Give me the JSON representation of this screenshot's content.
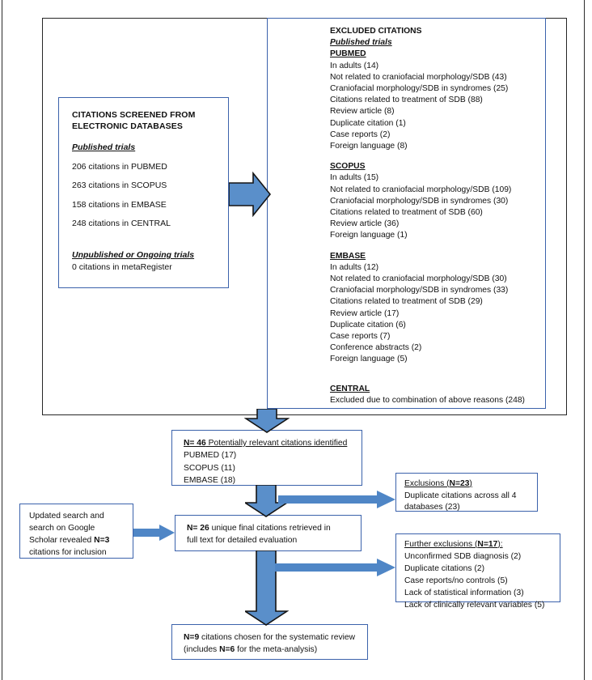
{
  "figure": {
    "type": "prisma-flow-diagram",
    "colors": {
      "box_border": "#3b62ab",
      "frame_border": "#262626",
      "arrow_fill": "#4f86c6",
      "arrow_outline": "#1b1b1b",
      "background": "#ffffff",
      "text": "#111111"
    }
  },
  "screened_box": {
    "title_line1": "CITATIONS SCREENED FROM",
    "title_line2": "ELECTRONIC DATABASES",
    "published_heading": "Published trials",
    "published_rows": [
      "206 citations in PUBMED",
      "263 citations in SCOPUS",
      "158 citations in EMBASE",
      "248 citations in CENTRAL"
    ],
    "unpublished_heading": "Unpublished or Ongoing trials",
    "unpublished_rows": [
      "0 citations in metaRegister"
    ]
  },
  "excluded_box": {
    "heading": "EXCLUDED CITATIONS",
    "subheading": "Published trials",
    "groups": [
      {
        "name": "PUBMED",
        "items": [
          "In adults (14)",
          "Not related to craniofacial morphology/SDB (43)",
          "Craniofacial morphology/SDB in syndromes (25)",
          "Citations related to treatment of SDB (88)",
          "Review article (8)",
          "Duplicate citation (1)",
          "Case reports (2)",
          "Foreign language (8)"
        ]
      },
      {
        "name": "SCOPUS",
        "items": [
          "In adults (15)",
          "Not related to craniofacial morphology/SDB (109)",
          "Craniofacial morphology/SDB in syndromes (30)",
          "Citations related to treatment of SDB (60)",
          "Review article (36)",
          "Foreign language (1)"
        ]
      },
      {
        "name": "EMBASE",
        "items": [
          "In adults (12)",
          "Not related to craniofacial morphology/SDB (30)",
          "Craniofacial morphology/SDB in syndromes (33)",
          "Citations related to treatment of SDB (29)",
          "Review article (17)",
          "Duplicate citation (6)",
          "Case reports (7)",
          "Conference abstracts (2)",
          "Foreign language (5)"
        ]
      },
      {
        "name": "CENTRAL",
        "items": [
          "Excluded due to combination of above reasons (248)"
        ]
      }
    ]
  },
  "relevant_box": {
    "n_label": "N= 46",
    "headline_rest": " Potentially relevant citations identified",
    "rows": [
      "PUBMED (17)",
      "SCOPUS (11)",
      "EMBASE (18)"
    ]
  },
  "exclusions_box": {
    "headline_prefix": "Exclusions (",
    "headline_n": "N=23",
    "headline_suffix": ")",
    "rows": [
      "Duplicate citations across all 4",
      "databases (23)"
    ]
  },
  "updated_search_box": {
    "line1": "Updated search and",
    "line2": "search on Google",
    "line3_prefix": "Scholar revealed ",
    "line3_n": "N=3",
    "line4": "citations  for inclusion"
  },
  "unique_box": {
    "n_label": "N= 26",
    "line1_rest": " unique final citations retrieved in",
    "line2": "full text for detailed evaluation"
  },
  "further_exclusions_box": {
    "headline_prefix": "Further exclusions (",
    "headline_n": "N=17",
    "headline_suffix": "):",
    "rows": [
      "Unconfirmed SDB diagnosis (2)",
      "Duplicate citations (2)",
      "Case reports/no controls (5)",
      "Lack of statistical information (3)",
      "Lack of clinically relevant variables (5)"
    ]
  },
  "final_box": {
    "n_label": "N=9",
    "line1_rest": " citations chosen for the systematic review",
    "line2_prefix": "(includes ",
    "line2_n": "N=6",
    "line2_suffix": " for the meta-analysis)"
  },
  "arrows": [
    {
      "name": "arrow-screened-to-excluded",
      "direction": "right"
    },
    {
      "name": "arrow-excluded-to-relevant",
      "direction": "down"
    },
    {
      "name": "arrow-relevant-to-unique",
      "direction": "down"
    },
    {
      "name": "arrow-relevant-to-exclusions",
      "direction": "right"
    },
    {
      "name": "arrow-updated-to-unique",
      "direction": "right"
    },
    {
      "name": "arrow-unique-to-final",
      "direction": "down"
    },
    {
      "name": "arrow-unique-to-further-exclusions",
      "direction": "right"
    }
  ]
}
